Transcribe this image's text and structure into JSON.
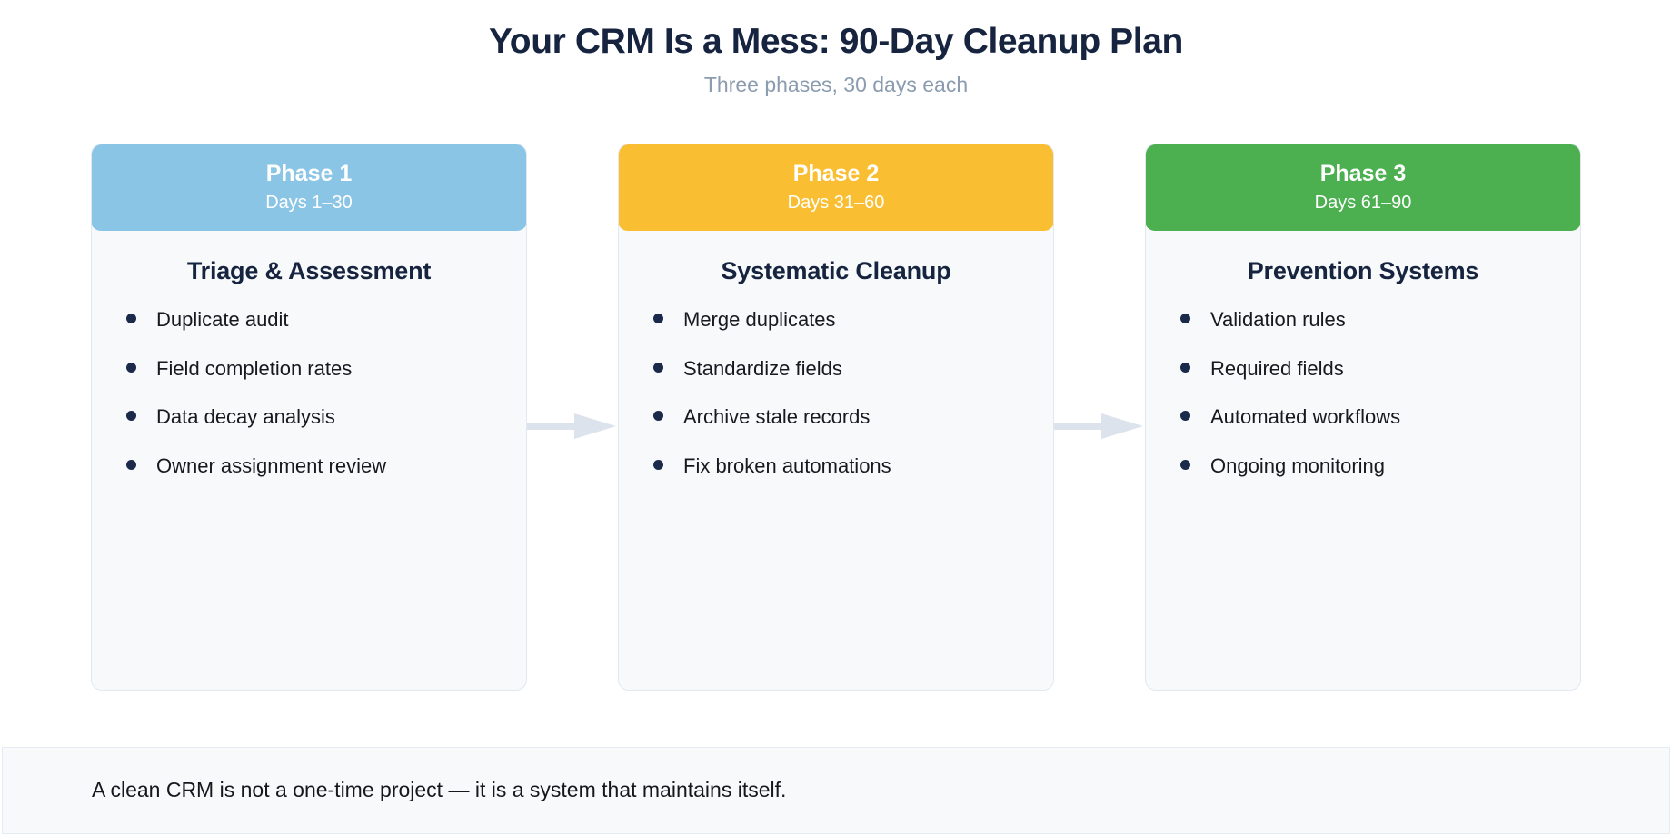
{
  "header": {
    "title": "Your CRM Is a Mess: 90-Day Cleanup Plan",
    "subtitle": "Three phases, 30 days each"
  },
  "phases": [
    {
      "badge": "Phase 1",
      "days": "Days 1–30",
      "title": "Triage & Assessment",
      "accent_color": "#8bc5e5",
      "items": [
        "Duplicate audit",
        "Field completion rates",
        "Data decay analysis",
        "Owner assignment review"
      ]
    },
    {
      "badge": "Phase 2",
      "days": "Days 31–60",
      "title": "Systematic Cleanup",
      "accent_color": "#f9be31",
      "items": [
        "Merge duplicates",
        "Standardize fields",
        "Archive stale records",
        "Fix broken automations"
      ]
    },
    {
      "badge": "Phase 3",
      "days": "Days 61–90",
      "title": "Prevention Systems",
      "accent_color": "#4caf50",
      "items": [
        "Validation rules",
        "Required fields",
        "Automated workflows",
        "Ongoing monitoring"
      ]
    }
  ],
  "connectors": [
    {
      "icon": "arrow-right-icon",
      "color": "#dde3ec"
    },
    {
      "icon": "arrow-right-icon",
      "color": "#dde3ec"
    }
  ],
  "footer": {
    "note": "A clean CRM is not a one-time project — it is a system that maintains itself."
  },
  "colors": {
    "page_background": "#ffffff",
    "card_background": "#f7f9fb",
    "card_border": "#e2e8f0",
    "title_text": "#16243f",
    "subtitle_text": "#8b9bb0",
    "bullet_dot": "#1b2a4a",
    "body_text": "#161a1f",
    "connector": "#dde3ec"
  }
}
